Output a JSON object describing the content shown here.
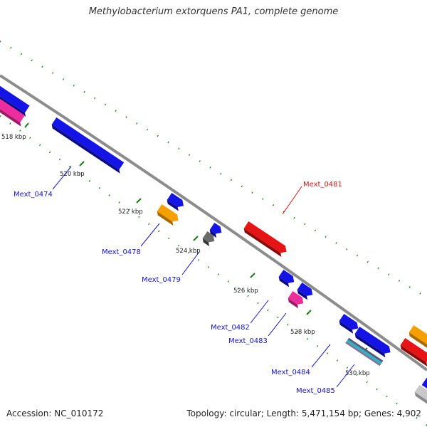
{
  "title": "Methylobacterium extorquens PA1, complete genome",
  "footer": {
    "accession": "Accession: NC_010172",
    "summary": "Topology: circular; Length: 5,471,154 bp; Genes: 4,902"
  },
  "colors": {
    "backbone": "#8c8c8c",
    "tick": "#1a7a1a",
    "gene_blue": "#1414e6",
    "gene_red": "#e61414",
    "gene_orange": "#f5a000",
    "gene_magenta": "#ec2d9e",
    "gene_gray": "#6a6a6a",
    "gene_cyan": "#22b8c8",
    "label_blue": "#1414c8",
    "label_red": "#d21414"
  },
  "ticks": [
    "518 kbp",
    "520 kbp",
    "522 kbp",
    "524 kbp",
    "526 kbp",
    "528 kbp",
    "530 kbp"
  ],
  "gene_labels": [
    "Mext_0474",
    "Mext_0478",
    "Mext_0479",
    "Mext_0481",
    "Mext_0482",
    "Mext_0483",
    "Mext_0484",
    "Mext_0485"
  ]
}
